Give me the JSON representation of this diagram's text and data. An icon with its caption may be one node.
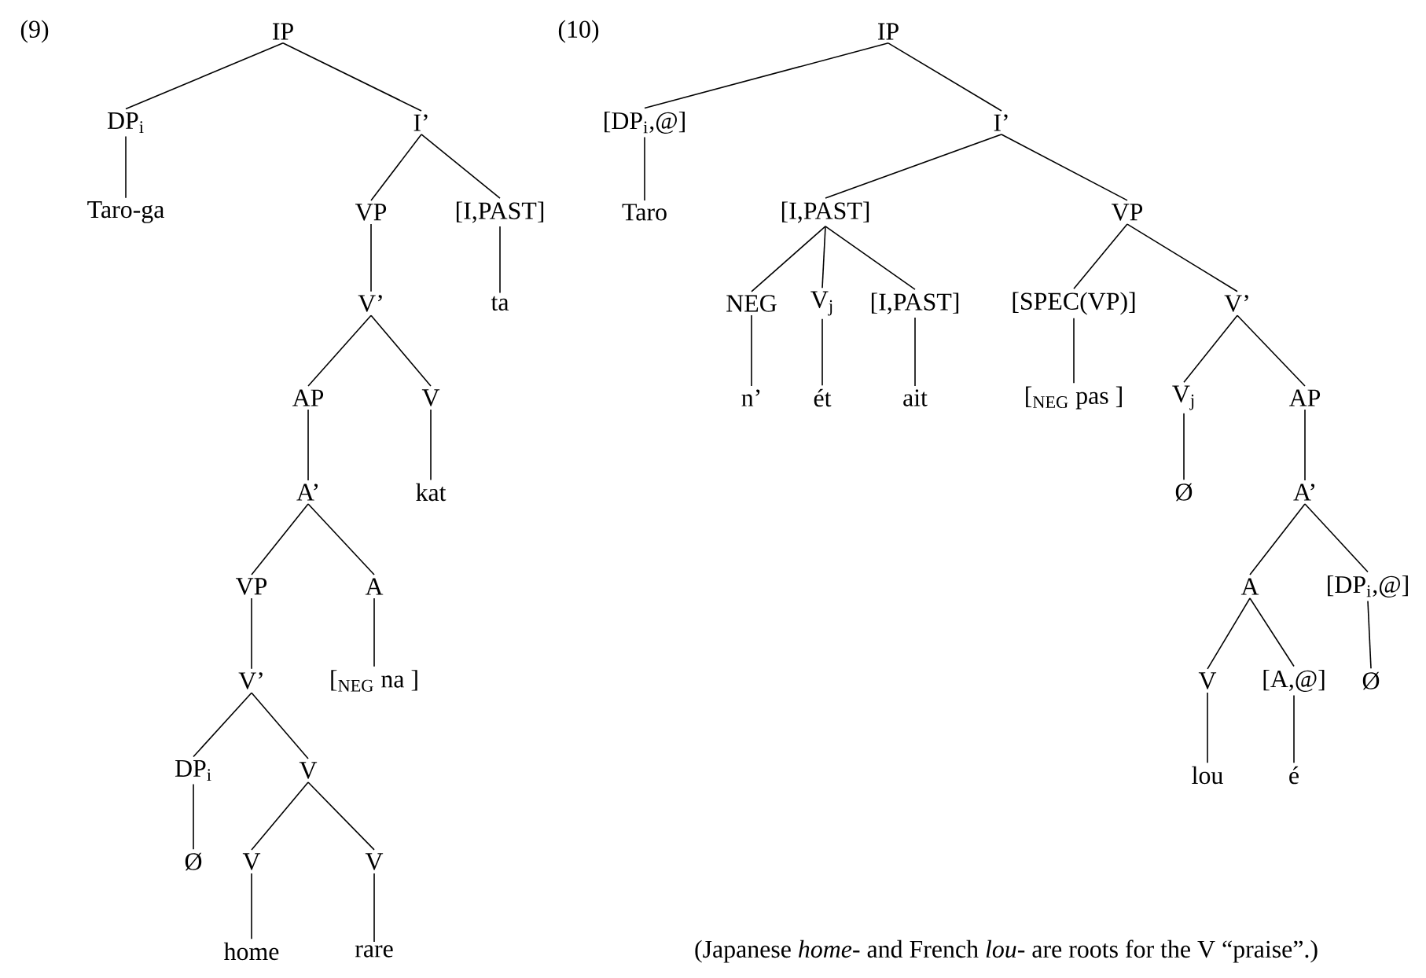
{
  "diagram": {
    "nodes": [
      {
        "text": [
          "IP"
        ]
      },
      {
        "text": [
          "DP$_{i}$"
        ]
      },
      {
        "text": [
          "I’"
        ]
      },
      {
        "text": [
          "Taro-ga"
        ]
      },
      {
        "text": [
          "VP"
        ]
      },
      {
        "text": [
          "[I,PAST]"
        ]
      },
      {
        "text": [
          "V’"
        ]
      },
      {
        "text": [
          "ta"
        ]
      },
      {
        "text": [
          "AP"
        ]
      },
      {
        "text": [
          "V"
        ]
      },
      {
        "text": [
          "A’"
        ]
      },
      {
        "text": [
          "kat"
        ]
      },
      {
        "text": [
          "VP"
        ]
      },
      {
        "text": [
          "A"
        ]
      },
      {
        "text": [
          "V’"
        ]
      },
      {
        "text": [
          "[$_{NEG}$ na ]"
        ]
      },
      {
        "text": [
          "DP$_{i}$"
        ]
      },
      {
        "text": [
          "V"
        ]
      },
      {
        "text": [
          "Ø"
        ]
      },
      {
        "text": [
          "V"
        ]
      },
      {
        "text": [
          "V"
        ]
      },
      {
        "text": [
          "home"
        ]
      },
      {
        "text": [
          "rare"
        ]
      },
      {
        "text": [
          "IP"
        ]
      },
      {
        "text": [
          "[DP$_{i}$,@]"
        ]
      },
      {
        "text": [
          "I’"
        ]
      },
      {
        "text": [
          "Taro"
        ]
      },
      {
        "text": [
          "[I,PAST]"
        ]
      },
      {
        "text": [
          "VP"
        ]
      },
      {
        "text": [
          "NEG"
        ]
      },
      {
        "text": [
          "V$_{j}$"
        ]
      },
      {
        "text": [
          "[I,PAST]"
        ]
      },
      {
        "text": [
          "[SPEC(VP)]"
        ]
      },
      {
        "text": [
          "V’"
        ]
      },
      {
        "text": [
          "n’"
        ]
      },
      {
        "text": [
          "ét"
        ]
      },
      {
        "text": [
          "ait"
        ]
      },
      {
        "text": [
          "[$_{NEG}$ pas ]"
        ]
      },
      {
        "text": [
          "V$_{j}$"
        ]
      },
      {
        "text": [
          "AP"
        ]
      },
      {
        "text": [
          "Ø"
        ]
      },
      {
        "text": [
          "A’"
        ]
      },
      {
        "text": [
          "A"
        ]
      },
      {
        "text": [
          "[DP$_{i}$,@]"
        ]
      },
      {
        "text": [
          "V"
        ]
      },
      {
        "text": [
          "[A,@]"
        ]
      },
      {
        "text": [
          "Ø"
        ]
      },
      {
        "text": [
          "lou"
        ]
      },
      {
        "text": [
          "é"
        ]
      }
    ],
    "edges": [
      {
        "from": 0,
        "to": 1,
        "arrow": "none"
      },
      {
        "from": 0,
        "to": 2,
        "arrow": "none"
      },
      {
        "from": 1,
        "to": 3,
        "arrow": "none"
      },
      {
        "from": 2,
        "to": 4,
        "arrow": "none"
      },
      {
        "from": 2,
        "to": 5,
        "arrow": "none"
      },
      {
        "from": 4,
        "to": 6,
        "arrow": "none"
      },
      {
        "from": 5,
        "to": 7,
        "arrow": "none"
      },
      {
        "from": 6,
        "to": 8,
        "arrow": "none"
      },
      {
        "from": 6,
        "to": 9,
        "arrow": "none"
      },
      {
        "from": 8,
        "to": 10,
        "arrow": "none"
      },
      {
        "from": 9,
        "to": 11,
        "arrow": "none"
      },
      {
        "from": 10,
        "to": 12,
        "arrow": "none"
      },
      {
        "from": 10,
        "to": 13,
        "arrow": "none"
      },
      {
        "from": 12,
        "to": 14,
        "arrow": "none"
      },
      {
        "from": 13,
        "to": 15,
        "arrow": "none"
      },
      {
        "from": 14,
        "to": 16,
        "arrow": "none"
      },
      {
        "from": 14,
        "to": 17,
        "arrow": "none"
      },
      {
        "from": 16,
        "to": 18,
        "arrow": "none"
      },
      {
        "from": 17,
        "to": 19,
        "arrow": "none"
      },
      {
        "from": 17,
        "to": 20,
        "arrow": "none"
      },
      {
        "from": 19,
        "to": 21,
        "arrow": "none"
      },
      {
        "from": 20,
        "to": 22,
        "arrow": "none"
      },
      {
        "from": 23,
        "to": 24,
        "arrow": "none"
      },
      {
        "from": 23,
        "to": 25,
        "arrow": "none"
      },
      {
        "from": 24,
        "to": 26,
        "arrow": "none"
      },
      {
        "from": 25,
        "to": 27,
        "arrow": "none"
      },
      {
        "from": 25,
        "to": 28,
        "arrow": "none"
      },
      {
        "from": 27,
        "to": 29,
        "arrow": "none"
      },
      {
        "from": 27,
        "to": 30,
        "arrow": "none"
      },
      {
        "from": 27,
        "to": 31,
        "arrow": "none"
      },
      {
        "from": 28,
        "to": 32,
        "arrow": "none"
      },
      {
        "from": 28,
        "to": 33,
        "arrow": "none"
      },
      {
        "from": 29,
        "to": 34,
        "arrow": "none"
      },
      {
        "from": 30,
        "to": 35,
        "arrow": "none"
      },
      {
        "from": 31,
        "to": 36,
        "arrow": "none"
      },
      {
        "from": 32,
        "to": 37,
        "arrow": "none"
      },
      {
        "from": 33,
        "to": 38,
        "arrow": "none"
      },
      {
        "from": 33,
        "to": 39,
        "arrow": "none"
      },
      {
        "from": 38,
        "to": 40,
        "arrow": "none"
      },
      {
        "from": 39,
        "to": 41,
        "arrow": "none"
      },
      {
        "from": 41,
        "to": 42,
        "arrow": "none"
      },
      {
        "from": 41,
        "to": 43,
        "arrow": "none"
      },
      {
        "from": 42,
        "to": 44,
        "arrow": "none"
      },
      {
        "from": 42,
        "to": 45,
        "arrow": "none"
      },
      {
        "from": 43,
        "to": 46,
        "arrow": "none"
      },
      {
        "from": 44,
        "to": 47,
        "arrow": "none"
      },
      {
        "from": 45,
        "to": 48,
        "arrow": "none"
      }
    ],
    "labels": [
      "(9)",
      "(10)",
      "(Japanese *home*- and French *lou*- are roots for the V “praise”.)"
    ]
  }
}
